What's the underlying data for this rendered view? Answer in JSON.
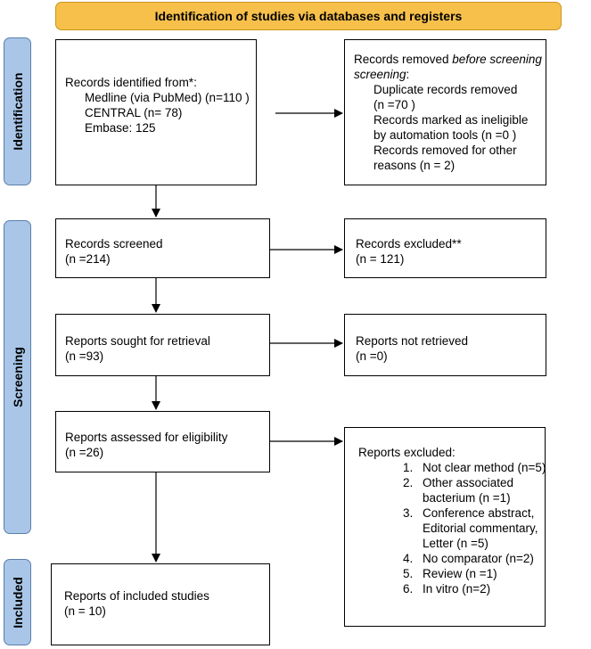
{
  "header": {
    "title": "Identification of studies via databases and registers"
  },
  "phases": {
    "identification": "Identification",
    "screening": "Screening",
    "included": "Included"
  },
  "identified": {
    "title": "Records identified from*:",
    "sources": [
      "Medline (via PubMed) (n=110 )",
      "CENTRAL (n= 78)",
      "Embase: 125"
    ]
  },
  "removed": {
    "title_prefix": "Records removed ",
    "title_italic": "before screening",
    "title_suffix": ":",
    "lines": [
      "Duplicate records removed",
      "(n =70 )",
      "Records marked as ineligible",
      "by automation tools (n =0 )",
      "Records removed for other",
      "reasons (n = 2)"
    ]
  },
  "screened": {
    "label": "Records screened",
    "count": "(n =214)"
  },
  "excluded": {
    "label": "Records excluded**",
    "count": "(n = 121)"
  },
  "sought": {
    "label": "Reports sought for retrieval",
    "count": "(n =93)"
  },
  "not_retrieved": {
    "label": "Reports not retrieved",
    "count": "(n =0)"
  },
  "assessed": {
    "label": "Reports assessed for eligibility",
    "count": "(n =26)"
  },
  "reports_excluded": {
    "title": "Reports excluded:",
    "items": [
      {
        "num": "1.",
        "lines": [
          "Not clear method (n=5)"
        ]
      },
      {
        "num": "2.",
        "lines": [
          "Other associated",
          "bacterium (n =1)"
        ]
      },
      {
        "num": "3.",
        "lines": [
          "Conference abstract,",
          "Editorial commentary,",
          "Letter (n =5)"
        ]
      },
      {
        "num": "4.",
        "lines": [
          "No comparator (n=2)"
        ]
      },
      {
        "num": "5.",
        "lines": [
          "Review (n =1)"
        ]
      },
      {
        "num": "6.",
        "lines": [
          "In vitro (n=2)"
        ]
      }
    ]
  },
  "included": {
    "label": "Reports of included studies",
    "count": "(n = 10)"
  }
}
